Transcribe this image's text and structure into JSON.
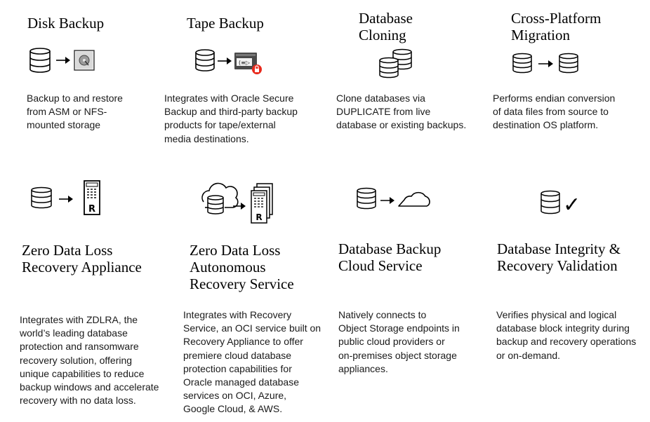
{
  "cards": [
    {
      "title": [
        "Disk Backup"
      ],
      "desc": [
        "Backup to and restore",
        "from ASM or NFS-",
        "mounted storage"
      ],
      "icon": "database-to-disk-icon"
    },
    {
      "title": [
        "Tape Backup"
      ],
      "desc": [
        "Integrates with Oracle Secure",
        "Backup and third-party backup",
        "products for tape/external",
        "media destinations."
      ],
      "icon": "database-to-tape-icon"
    },
    {
      "title": [
        "Database",
        "Cloning"
      ],
      "desc": [
        "Clone databases via",
        "DUPLICATE from live",
        "database or existing backups."
      ],
      "icon": "database-clone-icon"
    },
    {
      "title": [
        "Cross-Platform",
        "Migration"
      ],
      "desc": [
        "Performs endian conversion",
        "of data files from source to",
        "destination OS platform."
      ],
      "icon": "database-migration-icon"
    },
    {
      "title": [
        "Zero Data Loss",
        "Recovery Appliance"
      ],
      "desc": [
        "Integrates with ZDLRA, the",
        "world’s leading database",
        "protection and ransomware",
        "recovery solution, offering",
        "unique capabilities to reduce",
        "backup windows and accelerate",
        "recovery with no data loss."
      ],
      "icon": "database-to-appliance-icon"
    },
    {
      "title": [
        "Zero Data Loss",
        "Autonomous",
        "Recovery Service"
      ],
      "desc": [
        "Integrates with Recovery",
        "Service, an OCI service built on",
        "Recovery Appliance to offer",
        "premiere cloud database",
        "protection capabilities for",
        "Oracle managed database",
        "services on OCI, Azure,",
        "Google Cloud, & AWS."
      ],
      "icon": "cloud-database-to-appliances-icon"
    },
    {
      "title": [
        "Database Backup",
        "Cloud Service"
      ],
      "desc": [
        "Natively connects to",
        "Object Storage endpoints in",
        "public cloud providers or",
        "on-premises object storage",
        "appliances."
      ],
      "icon": "database-to-cloud-icon"
    },
    {
      "title": [
        "Database Integrity &",
        "Recovery Validation"
      ],
      "desc": [
        "Verifies physical and logical",
        "database block integrity during",
        "backup and recovery operations",
        "or on-demand."
      ],
      "icon": "database-check-icon"
    }
  ],
  "icon_glyphs": {
    "check": "✓",
    "tape_label": "(≡▷",
    "appliance_label": "R"
  },
  "colors": {
    "lock_badge": "#e8291c",
    "tape_body": "#4a4a4a",
    "stroke": "#000000"
  }
}
